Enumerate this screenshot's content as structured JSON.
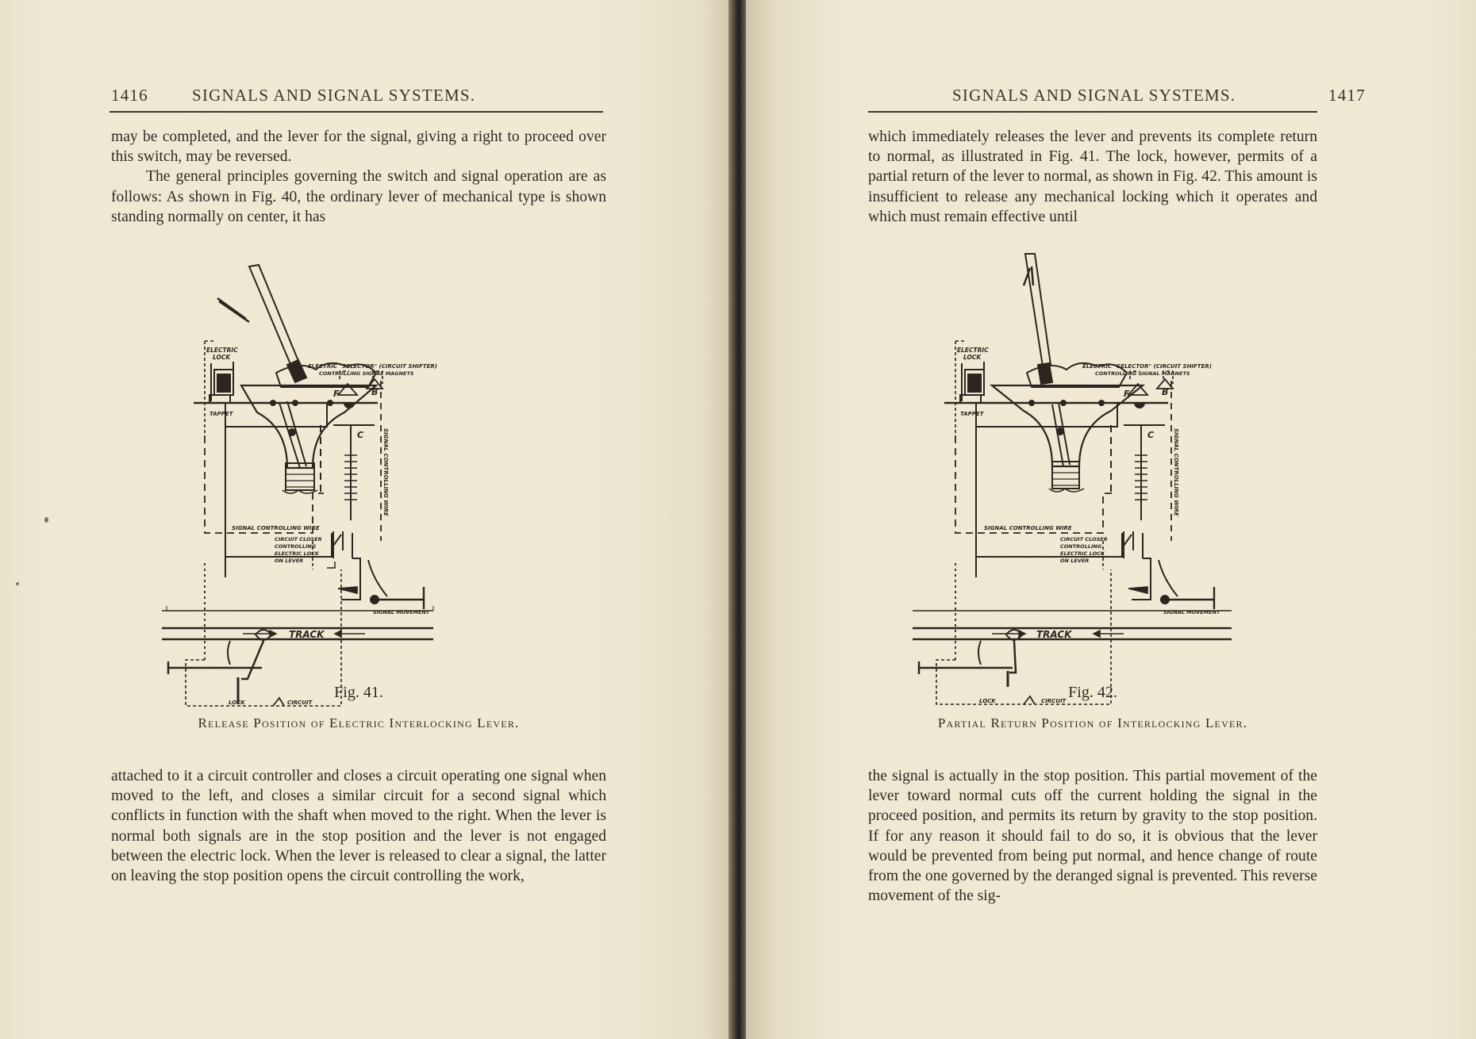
{
  "left_page": {
    "page_number": "1416",
    "running_head": "SIGNALS AND SIGNAL SYSTEMS.",
    "top_paragraph": [
      "may be completed, and the lever for the signal, giving a right to proceed over this switch, may be reversed."
    ],
    "second_paragraph": "The general principles governing the switch and signal operation are as follows: As shown in Fig. 40, the ordinary lever of mechanical type is shown standing normally on center, it has",
    "figure": {
      "caption": "Fig. 41.",
      "title": "Release Position of Electric Interlocking Lever.",
      "labels": {
        "electric_lock": "ELECTRIC LOCK",
        "selector": "ELECTRIC \"SELECTOR\" (CIRCUIT SHIFTER) CONTROLLING SIGNAL MAGNETS",
        "tappet": "TAPPET",
        "f": "F",
        "b": "B",
        "c": "C",
        "signal_controlling_wire": "SIGNAL CONTROLLING WIRE",
        "signal_controlling_wire_vertical": "SIGNAL CONTROLLING WIRE",
        "circuit_closer": "CIRCUIT CLOSER CONTROLLING ELECTRIC LOCK ON LEVER",
        "signal_movement": "SIGNAL MOVEMENT",
        "track": "TRACK",
        "lock": "LOCK",
        "circuit": "CIRCUIT"
      }
    },
    "bottom_paragraph": "attached to it a circuit controller and closes a circuit operating one signal when moved to the left, and closes a similar circuit for a second signal which conflicts in function with the shaft when moved to the right. When the lever is normal both signals are in the stop position and the lever is not engaged between the electric lock. When the lever is released to clear a signal, the latter on leaving the stop position opens the circuit controlling the work,"
  },
  "right_page": {
    "page_number": "1417",
    "running_head": "SIGNALS AND SIGNAL SYSTEMS.",
    "top_paragraph": "which immediately releases the lever and prevents its complete return to normal, as illustrated in Fig. 41. The lock, however, permits of a partial return of the lever to normal, as shown in Fig. 42. This amount is insufficient to release any mechanical locking which it operates and which must remain effective until",
    "figure": {
      "caption": "Fig. 42.",
      "title": "Partial Return Position of Interlocking Lever.",
      "labels": {
        "electric_lock": "ELECTRIC LOCK",
        "selector": "ELECTRIC \"SELECTOR\" (CIRCUIT SHIFTER) CONTROLLING SIGNAL MAGNETS",
        "tappet": "TAPPET",
        "f": "F",
        "b": "B",
        "c": "C",
        "signal_controlling_wire": "SIGNAL CONTROLLING WIRE",
        "signal_controlling_wire_vertical": "SIGNAL CONTROLLING WIRE",
        "circuit_closer": "CIRCUIT CLOSER CONTROLLING ELECTRIC LOCK ON LEVER",
        "signal_movement": "SIGNAL MOVEMENT",
        "track": "TRACK",
        "lock": "LOCK",
        "circuit": "CIRCUIT"
      }
    },
    "bottom_paragraph": "the signal is actually in the stop position. This partial movement of the lever toward normal cuts off the current holding the signal in the proceed position, and permits its return by gravity to the stop position. If for any reason it should fail to do so, it is obvious that the lever would be prevented from being put normal, and hence change of route from the one governed by the deranged signal is prevented. This reverse movement of the sig-"
  }
}
